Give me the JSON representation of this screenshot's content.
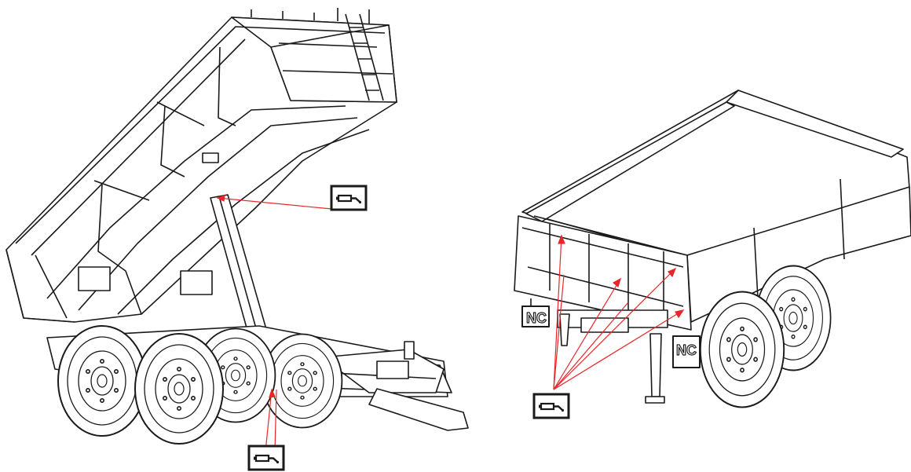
{
  "figure": {
    "left_view": {
      "name": "trailer-tipped-rear-view"
    },
    "right_view": {
      "name": "trailer-front-view"
    },
    "symbols": {
      "grease_point_icon": "grease-nipple-icon",
      "count": 3
    },
    "logo_text": "NC",
    "colors": {
      "line": "#1a1a1a",
      "leader": "#e8272a",
      "body": "#ffffff"
    }
  }
}
